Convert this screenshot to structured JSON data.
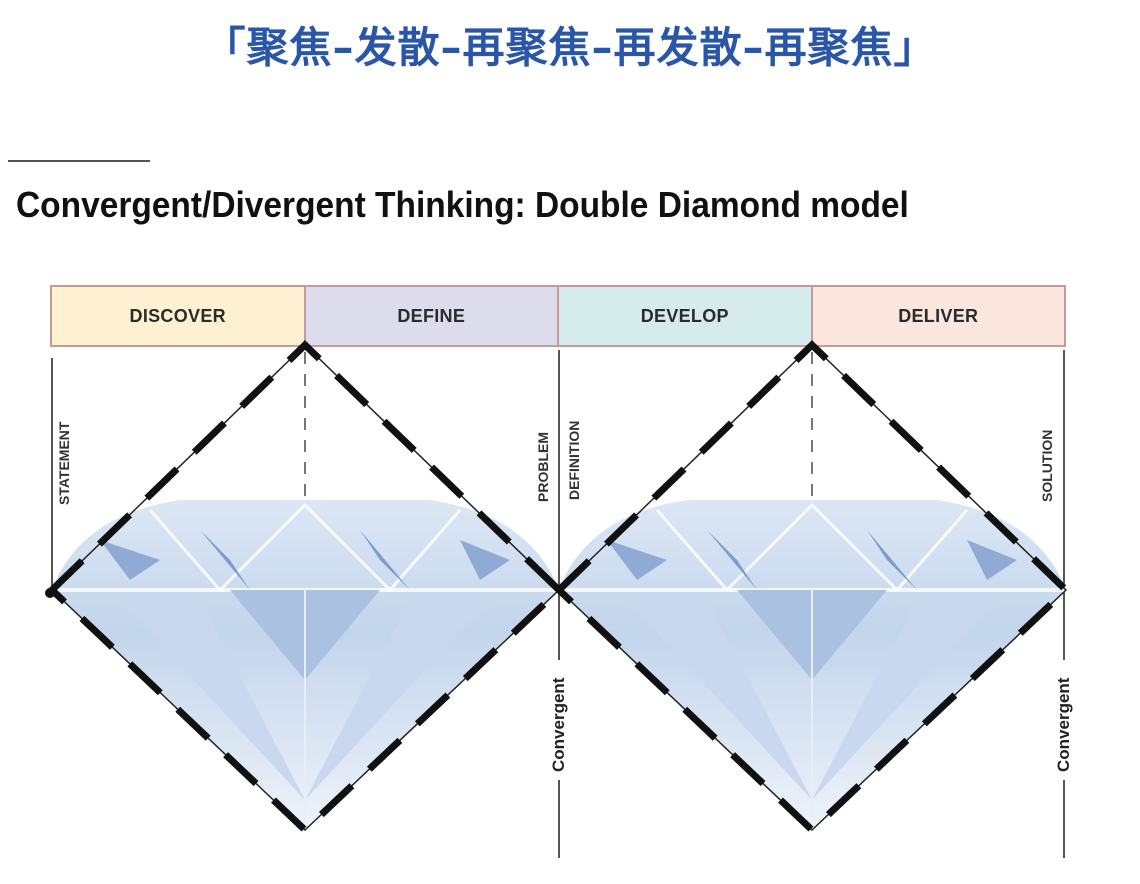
{
  "header": {
    "chinese_title": "「聚焦–发散–再聚焦–再发散–再聚焦」",
    "english_title": "Convergent/Divergent Thinking: Double Diamond model"
  },
  "phases": [
    {
      "label": "DISCOVER",
      "color": "#fdf1d2"
    },
    {
      "label": "DEFINE",
      "color": "#dcdcec"
    },
    {
      "label": "DEVELOP",
      "color": "#d6ebec"
    },
    {
      "label": "DELIVER",
      "color": "#fbe6de"
    }
  ],
  "vertical_labels": {
    "left_top": "STATEMENT",
    "middle_top_left": "PROBLEM",
    "middle_top_right": "DEFINITION",
    "right_top": "SOLUTION",
    "middle_bottom": "Convergent",
    "right_bottom": "Convergent"
  },
  "diagram": {
    "diamonds": 2,
    "outline_style": "dashed",
    "fill": "diamond-gem-image"
  },
  "colors": {
    "title_blue": "#2a56a8",
    "outline": "#111111",
    "phase_border": "#c79a9a",
    "gem_light": "#e6eef8",
    "gem_mid": "#b3c9e6",
    "gem_dark": "#6f93c6"
  }
}
